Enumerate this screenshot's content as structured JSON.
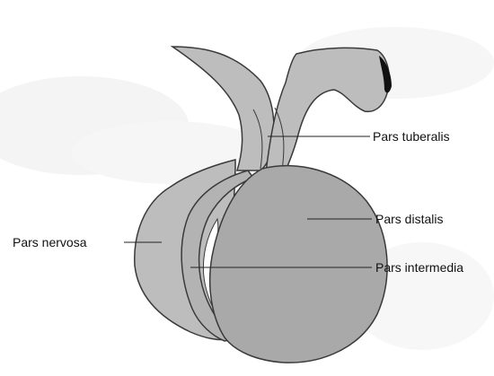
{
  "diagram": {
    "labels": {
      "pars_tuberalis": "Pars tuberalis",
      "pars_distalis": "Pars distalis",
      "pars_nervosa": "Pars nervosa",
      "pars_intermedia": "Pars intermedia"
    },
    "colors": {
      "background": "#ffffff",
      "haze": "#f3f3f3",
      "light_tissue": "#bdbdbd",
      "dark_tissue": "#a9a9a9",
      "outline": "#3a3a3a",
      "leader_line": "#222222",
      "cleft": "#ffffff",
      "tip_accent": "#111111"
    }
  }
}
